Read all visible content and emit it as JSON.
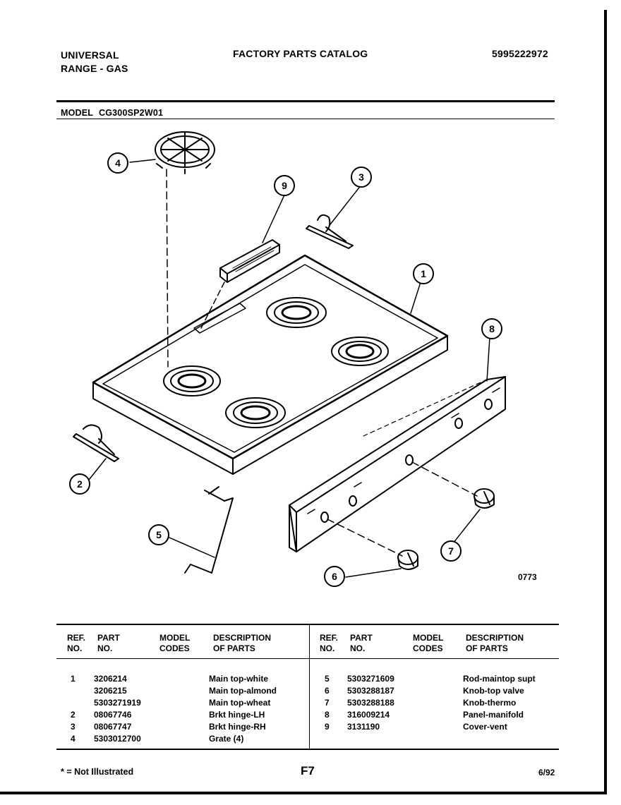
{
  "header": {
    "brand_line1": "UNIVERSAL",
    "brand_line2": "RANGE - GAS",
    "catalog_title": "FACTORY PARTS CATALOG",
    "catalog_number": "5995222972",
    "model_label": "MODEL",
    "model_value": "CG300SP2W01"
  },
  "diagram": {
    "callouts": [
      "1",
      "2",
      "3",
      "4",
      "5",
      "6",
      "7",
      "8",
      "9"
    ],
    "figure_code": "0773"
  },
  "parts_table": {
    "headers": {
      "ref_no": [
        "REF.",
        "NO."
      ],
      "part_no": [
        "PART",
        "NO."
      ],
      "model_codes": [
        "MODEL",
        "CODES"
      ],
      "description": [
        "DESCRIPTION",
        "OF PARTS"
      ]
    },
    "left_rows": [
      {
        "ref": "1",
        "part": "3206214",
        "desc": "Main top-white"
      },
      {
        "ref": "",
        "part": "3206215",
        "desc": "Main top-almond"
      },
      {
        "ref": "",
        "part": "5303271919",
        "desc": "Main top-wheat"
      },
      {
        "ref": "2",
        "part": "08067746",
        "desc": "Brkt hinge-LH"
      },
      {
        "ref": "3",
        "part": "08067747",
        "desc": "Brkt hinge-RH"
      },
      {
        "ref": "4",
        "part": "5303012700",
        "desc": "Grate (4)"
      }
    ],
    "right_rows": [
      {
        "ref": "5",
        "part": "5303271609",
        "desc": "Rod-maintop supt"
      },
      {
        "ref": "6",
        "part": "5303288187",
        "desc": "Knob-top valve"
      },
      {
        "ref": "7",
        "part": "5303288188",
        "desc": "Knob-thermo"
      },
      {
        "ref": "8",
        "part": "316009214",
        "desc": "Panel-manifold"
      },
      {
        "ref": "9",
        "part": "3131190",
        "desc": "Cover-vent"
      }
    ]
  },
  "footer": {
    "not_illustrated_note": "* = Not Illustrated",
    "page_code": "F7",
    "date_code": "6/92"
  }
}
